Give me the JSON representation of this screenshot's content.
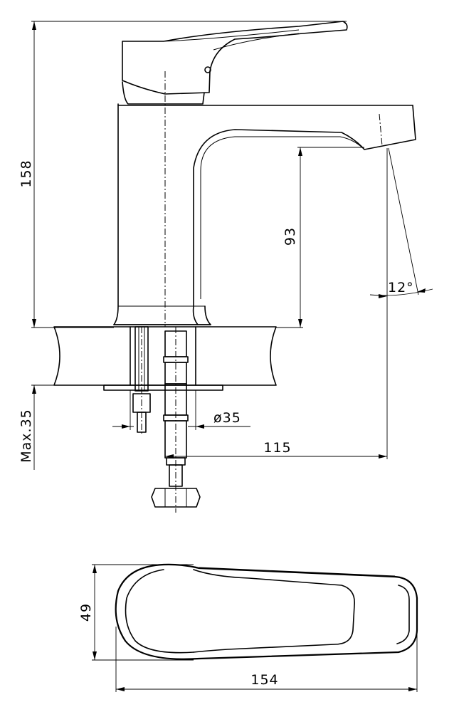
{
  "dimensions": {
    "height_total": "158",
    "spout_height": "93",
    "spout_angle": "12°",
    "max_thickness": "Max.35",
    "hole_diameter": "ø35",
    "spout_reach": "115",
    "width": "49",
    "length": "154"
  }
}
